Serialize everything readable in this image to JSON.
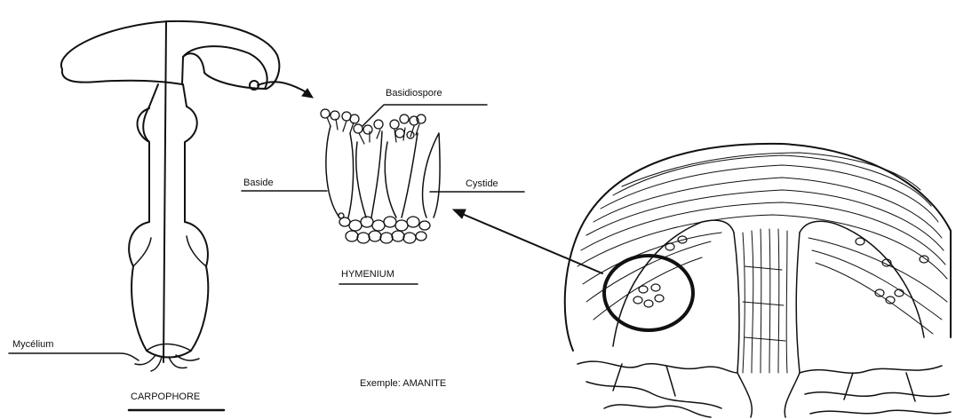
{
  "labels": {
    "basidiospore": "Basidiospore",
    "baside": "Baside",
    "cystide": "Cystide",
    "hymenium": "HYMENIUM",
    "mycelium": "Mycélium",
    "carpophore": "CARPOPHORE",
    "example": "Exemple: AMANITE"
  },
  "colors": {
    "ink": "#111111",
    "background": "#ffffff"
  }
}
